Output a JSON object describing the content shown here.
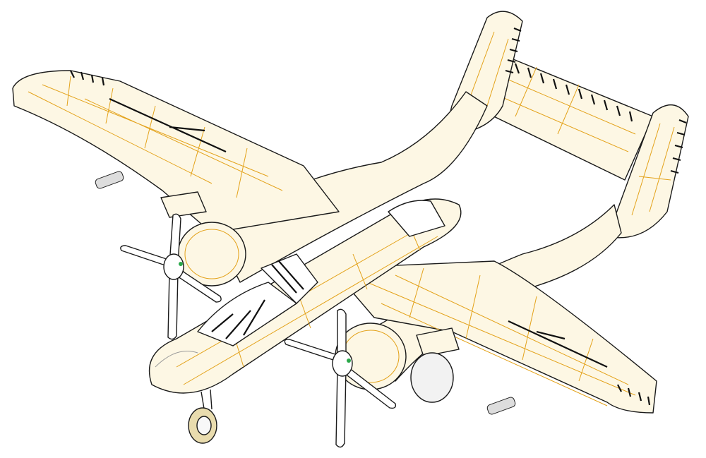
{
  "colors": {
    "skin": "#fdf7e4",
    "panel_lines": "#e3a21a",
    "outline": "#1a1a1a",
    "glass": "#ffffff",
    "tire": "#e9dcae",
    "prop_hub_marker": "#2aa84a"
  },
  "parts": [
    "left-wing",
    "right-wing",
    "fuselage",
    "left-boom",
    "right-boom",
    "horizontal-stabilizer",
    "left-tail-fin",
    "right-tail-fin",
    "left-engine",
    "right-engine",
    "left-propeller",
    "right-propeller",
    "cockpit-canopy",
    "nose-landing-gear",
    "main-landing-gear"
  ]
}
